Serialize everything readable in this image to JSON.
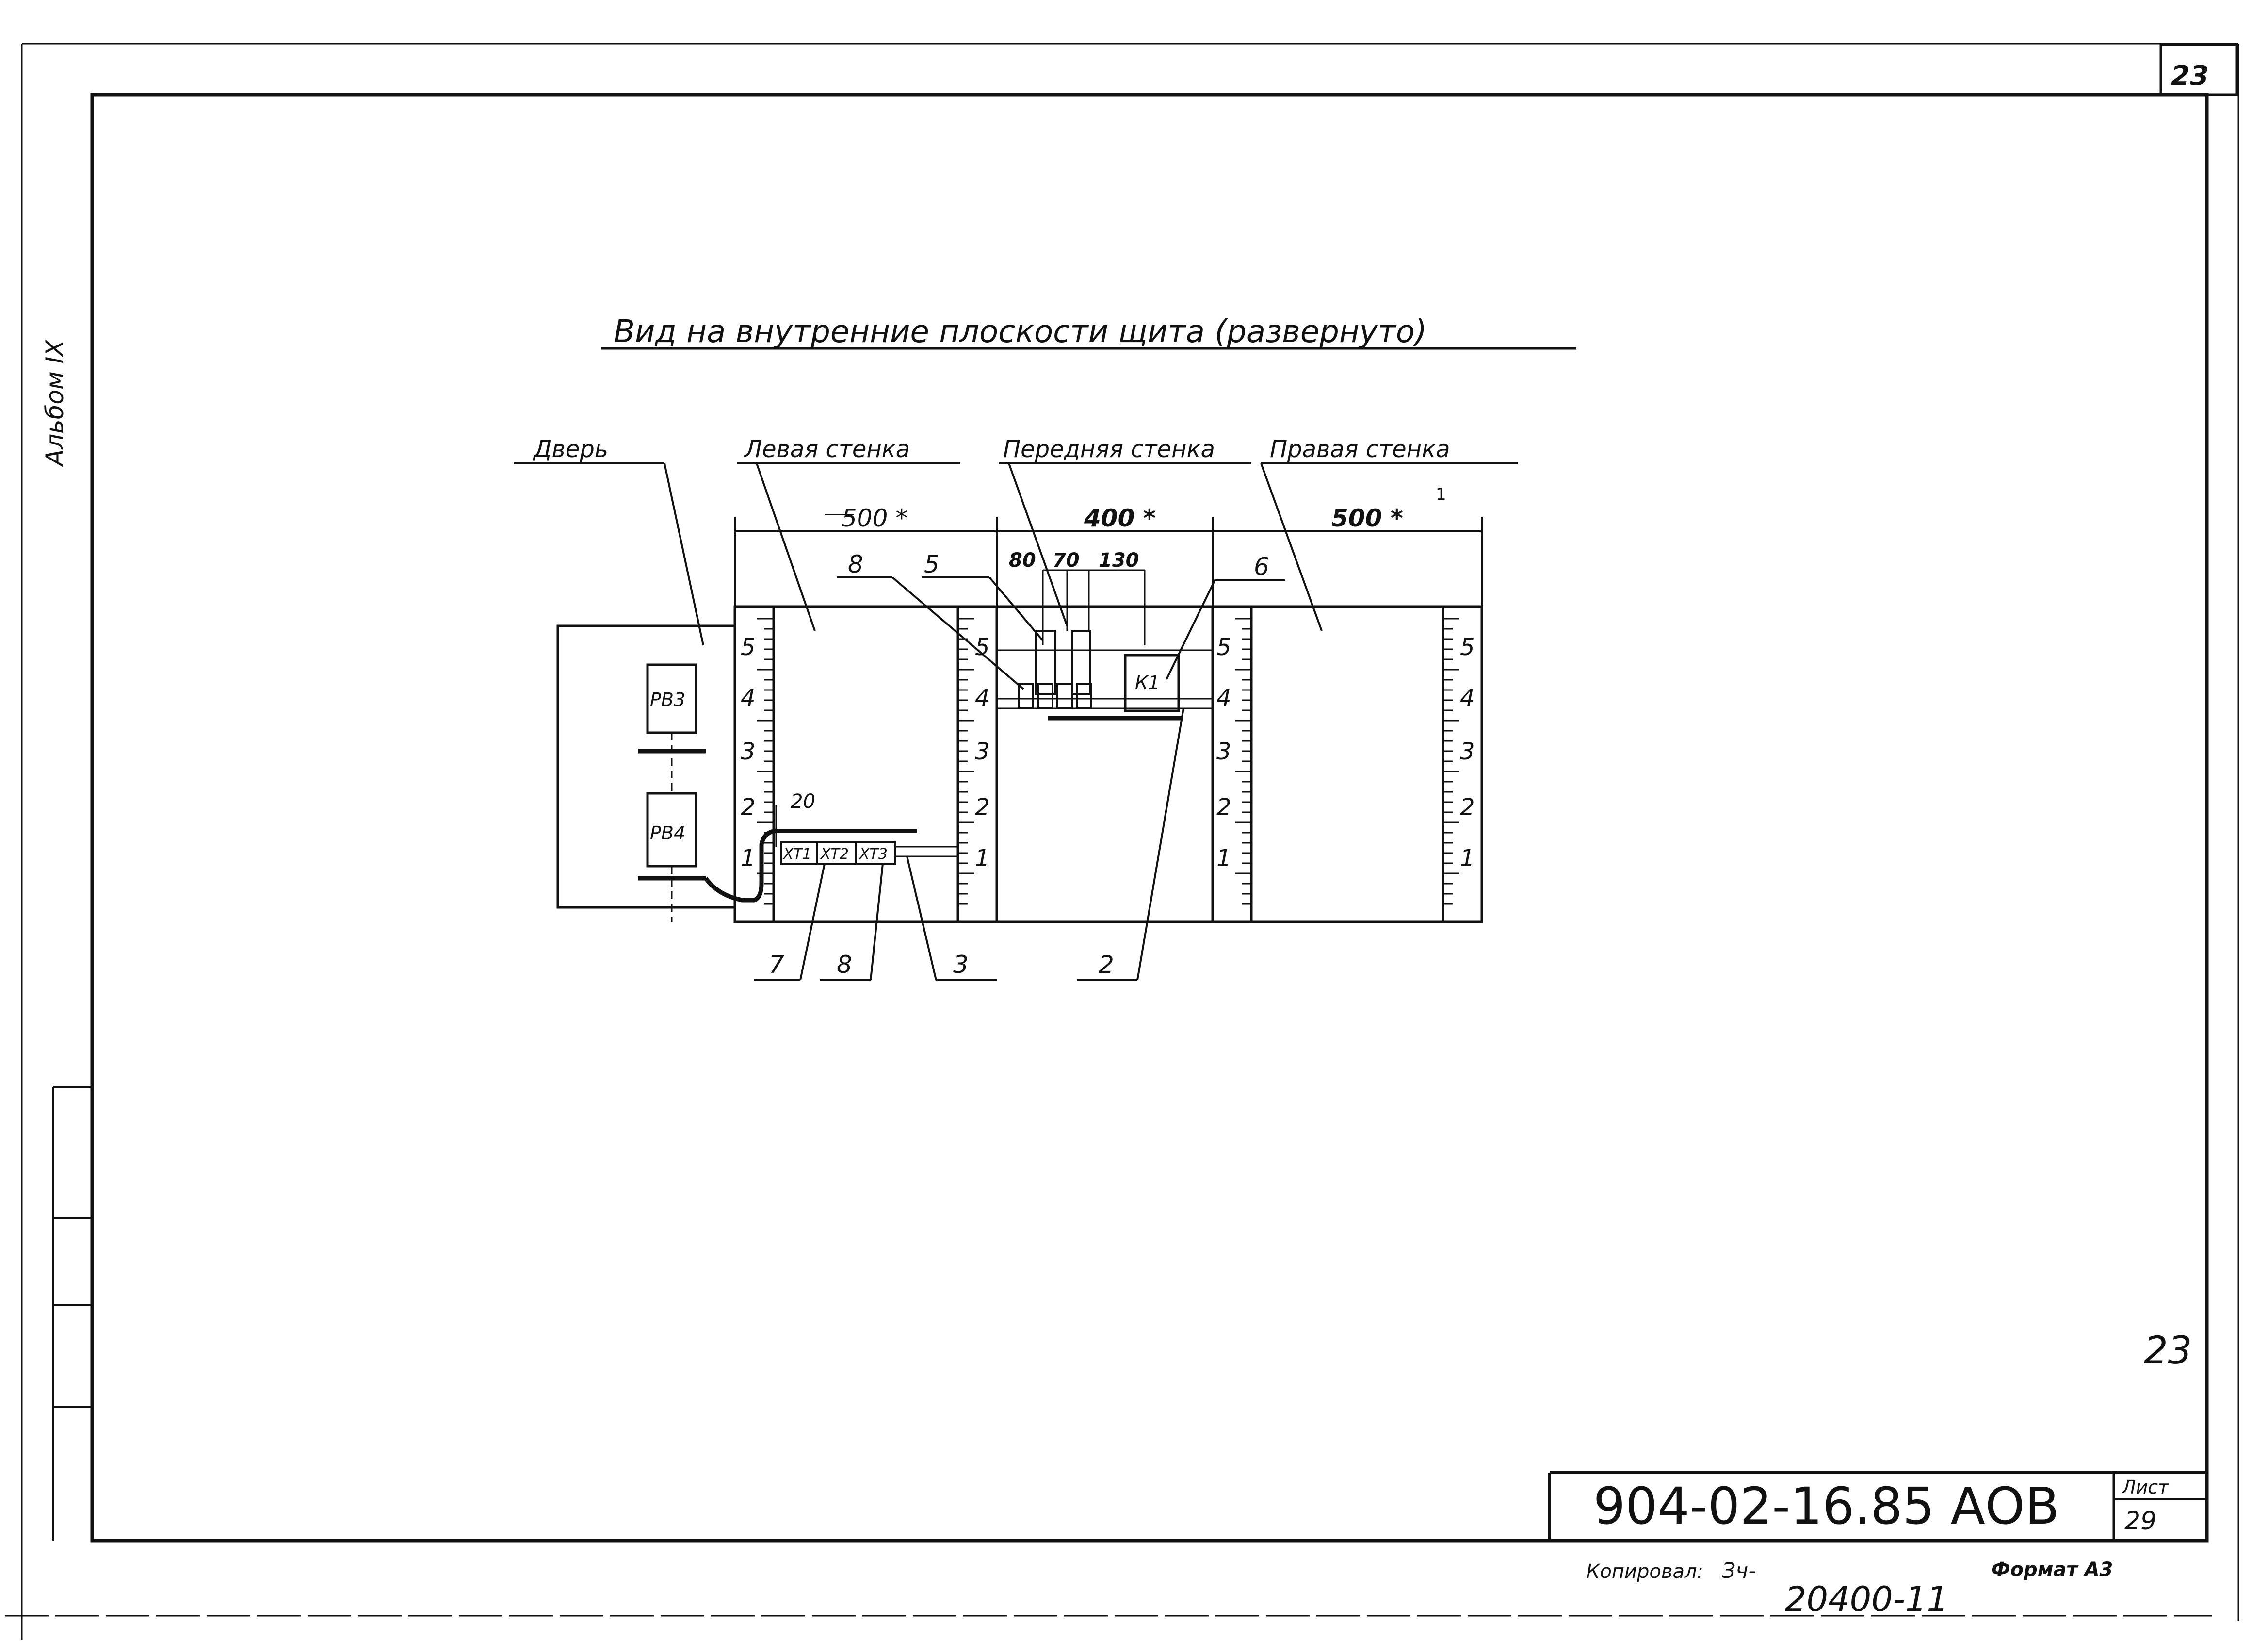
{
  "sheet": {
    "corner_number": "23",
    "album_label": "Альбом IX",
    "right_number": "23",
    "code": "904-02-16.85 АОВ",
    "sheet_label": "Лист",
    "sheet_number": "29",
    "copied_label": "Копировал:",
    "copied_sign": "Зч-",
    "format_label": "Формат А3",
    "archive_number": "20400-11"
  },
  "drawing": {
    "title": "Вид на внутренние плоскости щита (развернуто)",
    "section_labels": {
      "door": "Дверь",
      "left_wall": "Левая стенка",
      "front_wall": "Передняя стенка",
      "right_wall": "Правая стенка"
    },
    "dimensions": {
      "left": "500 *",
      "front": "400 *",
      "right": "500 *",
      "front_parts": [
        "80",
        "70",
        "130"
      ],
      "gap": "20"
    },
    "devices": {
      "pb3": "РВ3",
      "pb4": "РВ4",
      "k1": "К1",
      "xt1": "ХТ1",
      "xt2": "ХТ2",
      "xt3": "ХТ3"
    },
    "callouts": [
      "8",
      "5",
      "6",
      "7",
      "8",
      "3",
      "2"
    ],
    "level_marks": [
      "5",
      "4",
      "3",
      "2",
      "1"
    ],
    "tick_mark": "1"
  }
}
